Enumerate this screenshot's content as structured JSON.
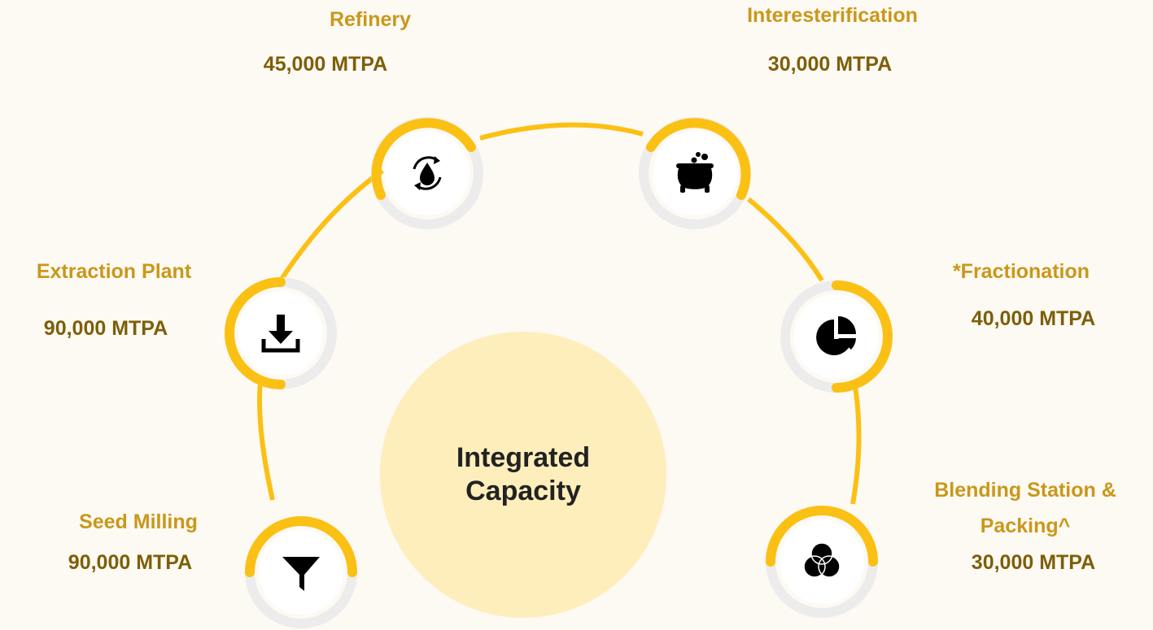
{
  "center": {
    "line1": "Integrated",
    "line2": "Capacity"
  },
  "colors": {
    "ring": "#fbc014",
    "node_track": "#ececec",
    "title_text": "#c9981a",
    "value_text": "#7d5f08",
    "center_fill": "#fdeebb",
    "background": "#fdf9f3"
  },
  "nodes": [
    {
      "name": "Seed Milling",
      "capacity": "90,000 MTPA",
      "icon": "funnel-icon"
    },
    {
      "name": "Extraction Plant",
      "capacity": "90,000 MTPA",
      "icon": "download-tray-icon"
    },
    {
      "name": "Refinery",
      "capacity": "45,000 MTPA",
      "icon": "recycle-droplet-icon"
    },
    {
      "name": "Interesterification",
      "capacity": "30,000 MTPA",
      "icon": "cauldron-icon"
    },
    {
      "name": "*Fractionation",
      "capacity": "40,000 MTPA",
      "icon": "pie-chart-icon"
    },
    {
      "name_line1": "Blending Station &",
      "name_line2": "Packing^",
      "capacity": "30,000 MTPA",
      "icon": "venn-circles-icon"
    }
  ]
}
